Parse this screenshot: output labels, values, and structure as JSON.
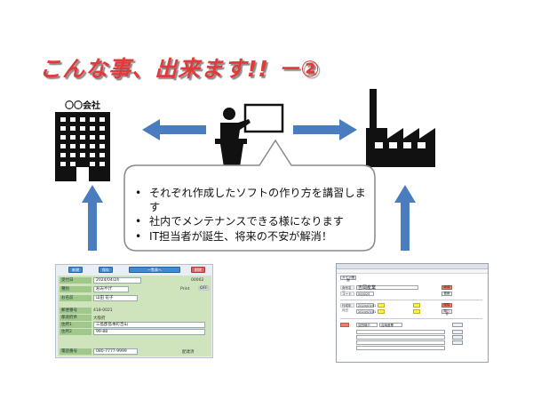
{
  "title": "こんな事、出来ます!! －②",
  "company_label": "〇〇会社",
  "bullets": [
    "それぞれ作成したソフトの作り方を講習します",
    "社内でメンテナンスできる様になります",
    "IT担当者が誕生、将来の不安が解消！"
  ],
  "left_screenshot": {
    "buttons": [
      "新規",
      "保存",
      "一覧表へ",
      "削除"
    ],
    "fields": [
      {
        "label": "受付日",
        "value": "2024/04/24"
      },
      {
        "label": "種別",
        "value": "おみやげ"
      },
      {
        "label": "お名前",
        "value": "山田  花子"
      },
      {
        "label": "郵便番号",
        "value": "418-0021"
      },
      {
        "label": "都道府県",
        "value": "大阪府"
      },
      {
        "label": "住所1",
        "value": "三島郡島本町百山"
      },
      {
        "label": "住所2",
        "value": "99-88"
      },
      {
        "label": "電話番号",
        "value": "080-7777-9999"
      }
    ],
    "record_no": "00002",
    "print_label": "Print",
    "toggle_label": "OFF",
    "status_text": "配達済"
  },
  "right_screenshot": {
    "top_button": "メイン画面",
    "company_label": "商号名称",
    "company_value": "吉岡産業",
    "code_label": "コード",
    "code_value": "000025",
    "date_label": "作成年月日",
    "date_value": "2024/03/01",
    "date2_value": "2024/03/01",
    "button_labels": [
      "新規",
      "更新",
      "削除",
      "閉じる"
    ],
    "contact_value": "沼田雄介",
    "line_item": "吉岡産業"
  },
  "colors": {
    "title": "#e03b3b",
    "arrow": "#4a7cc0",
    "icon": "#111111"
  }
}
